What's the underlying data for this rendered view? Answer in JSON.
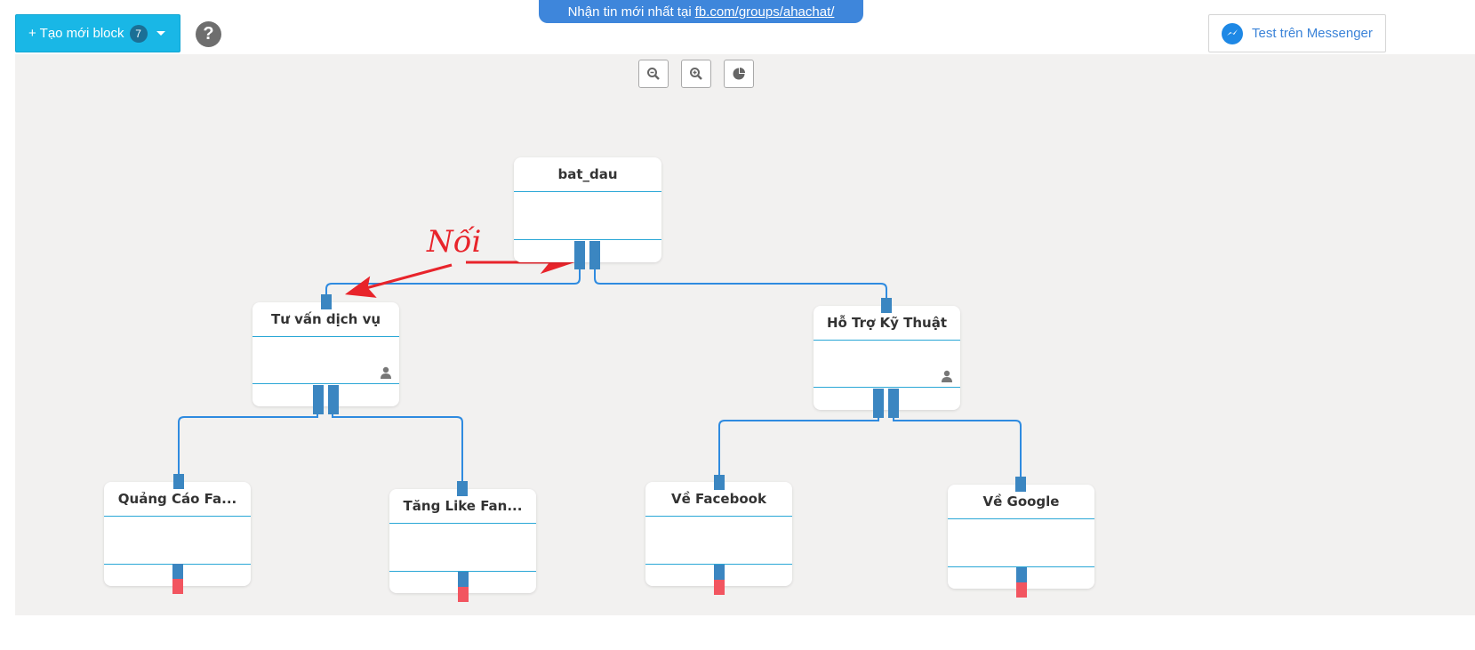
{
  "toolbar": {
    "create_label": "+ Tạo mới block",
    "block_count": "7",
    "help_symbol": "?",
    "messenger_label": "Test trên Messenger"
  },
  "banner": {
    "prefix": "Nhận tin mới nhất tại",
    "link_text": "fb.com/groups/ahachat/"
  },
  "canvas_tools": [
    "zoom-out-icon",
    "zoom-in-icon",
    "pie-chart-icon"
  ],
  "annotation": {
    "text": "Nối",
    "color": "#e8242b"
  },
  "nodes": {
    "root": {
      "title": "bat_dau"
    },
    "left": {
      "title": "Tư vấn dịch vụ"
    },
    "right": {
      "title": "Hỗ Trợ Kỹ Thuật"
    },
    "ll": {
      "title": "Quảng Cáo Fa..."
    },
    "lr": {
      "title": "Tăng Like Fan..."
    },
    "rl": {
      "title": "Về Facebook"
    },
    "rr": {
      "title": "Về Google"
    }
  },
  "colors": {
    "primary": "#19b7e6",
    "banner": "#3e86db",
    "connector": "#2f8be0",
    "port": "#3b86c1",
    "port_empty": "#f25560",
    "canvas": "#f2f1f0"
  }
}
